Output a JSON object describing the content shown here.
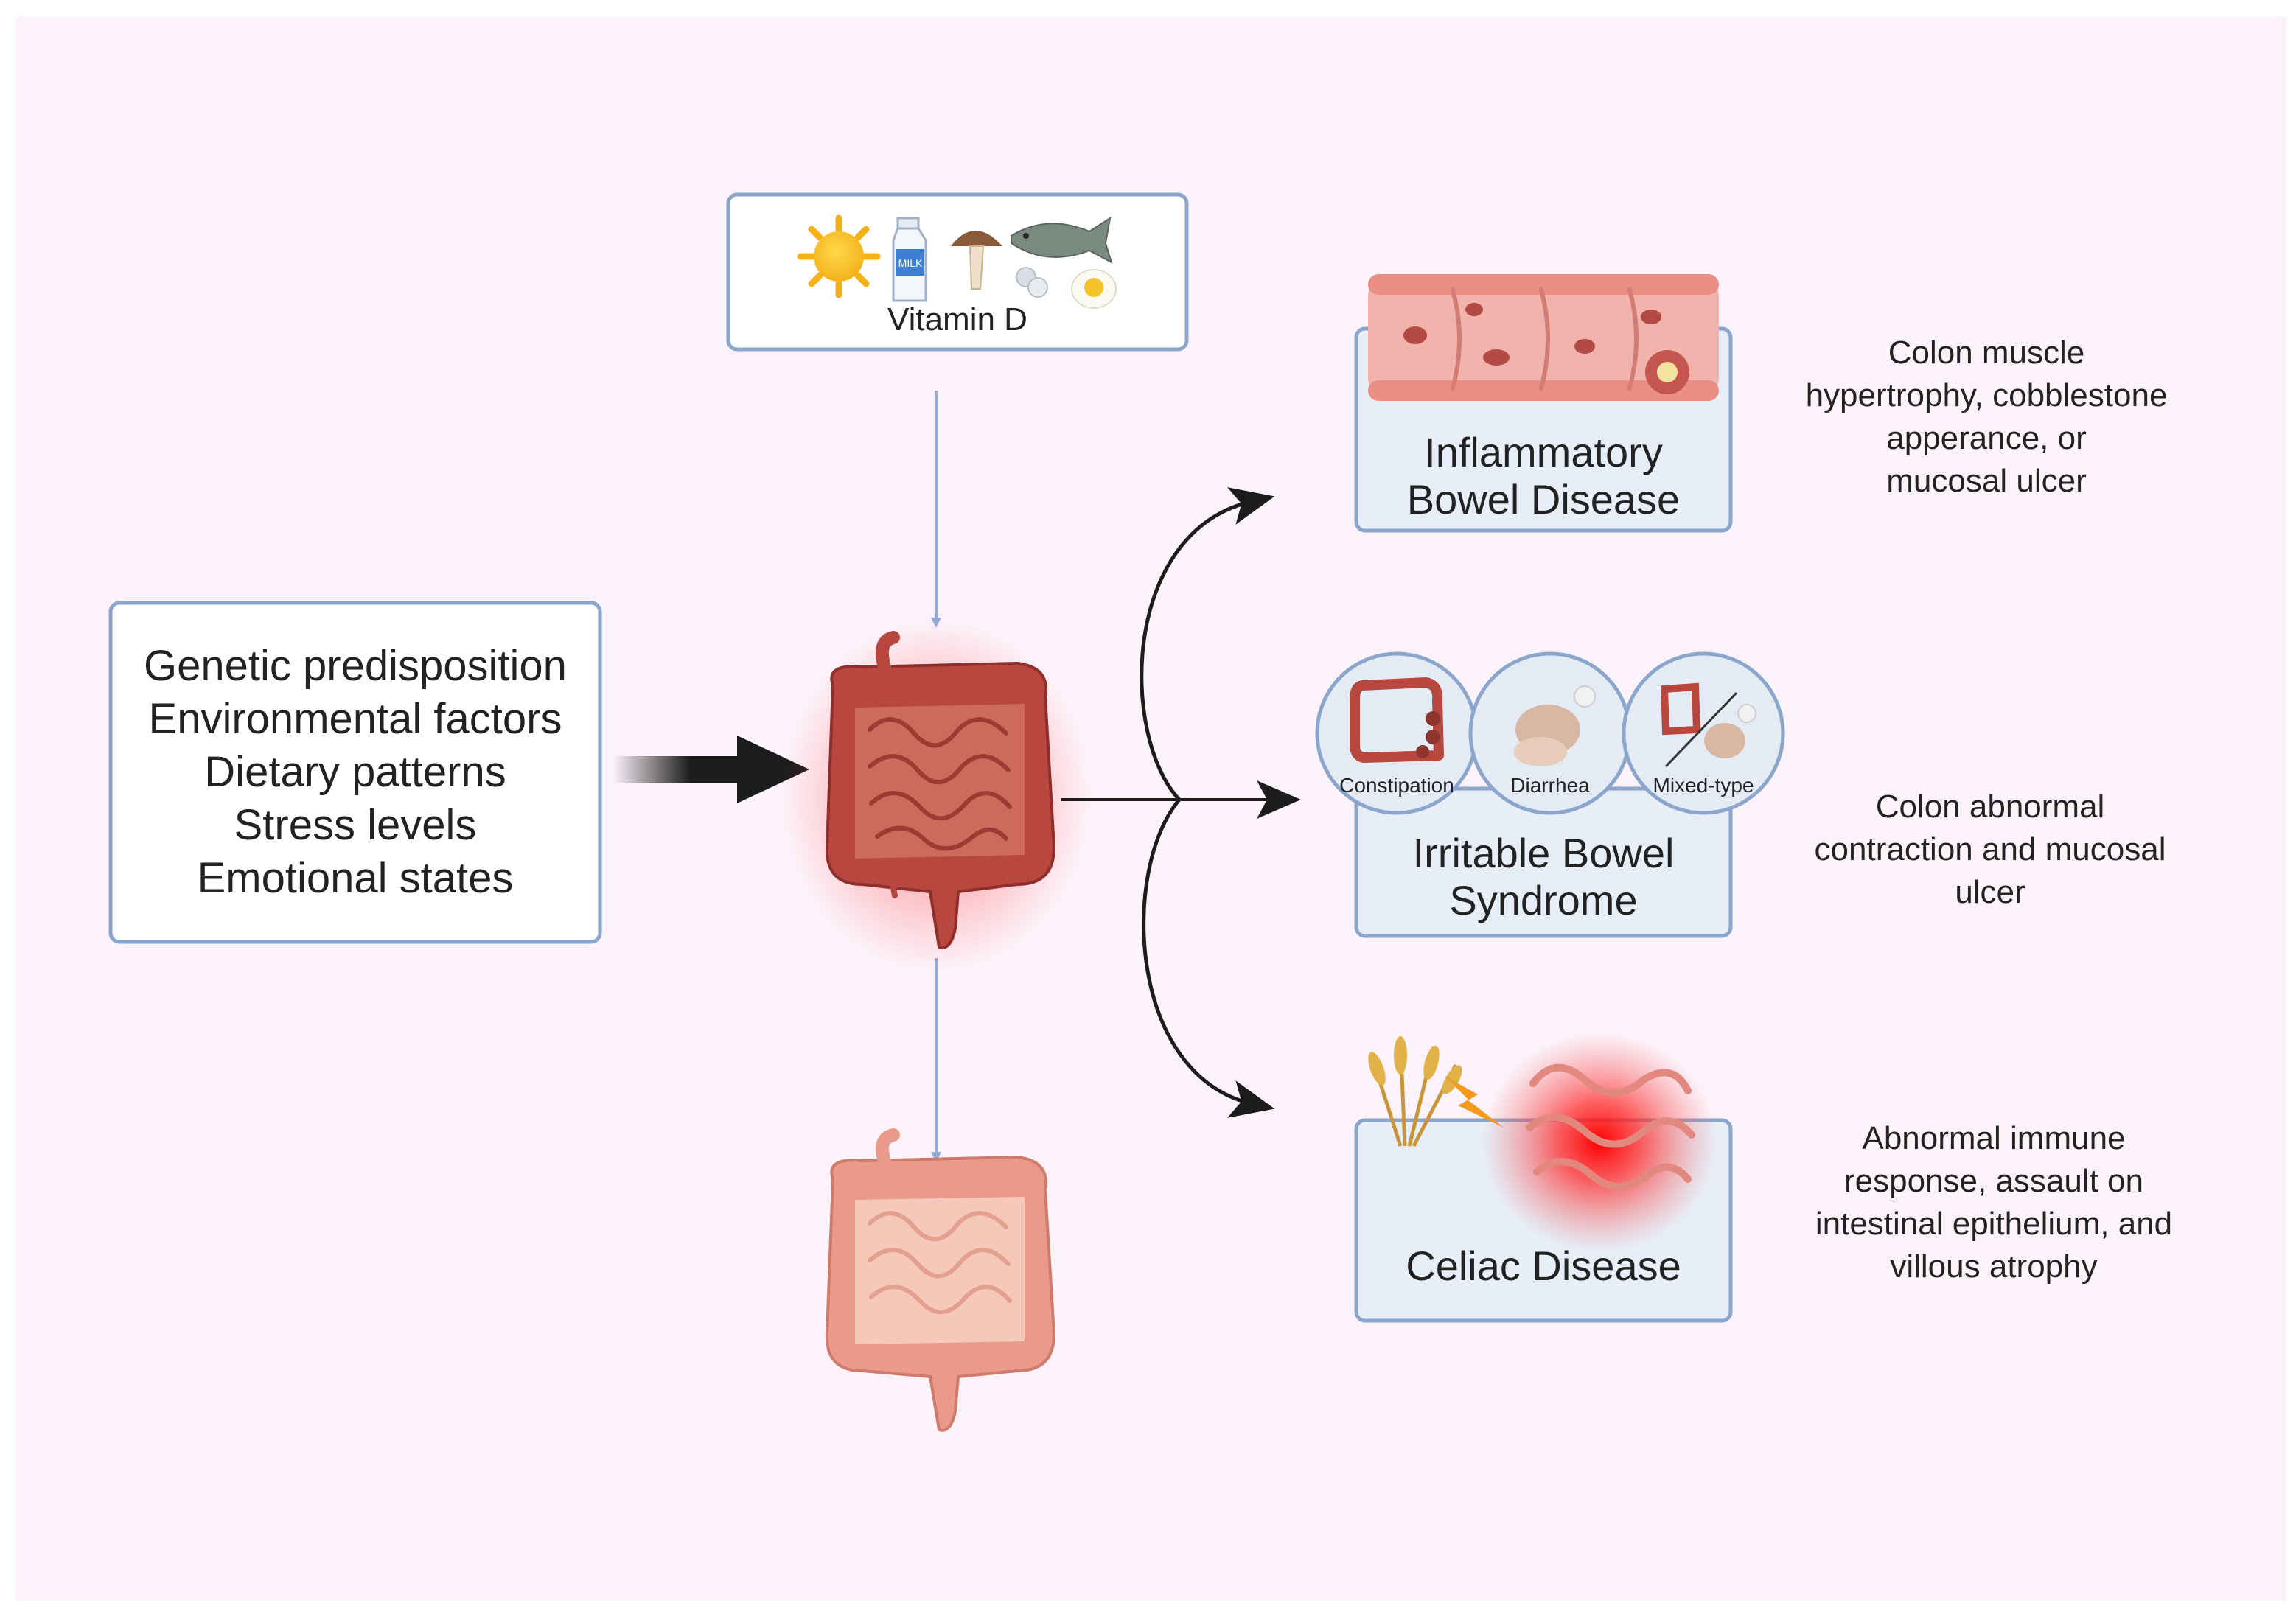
{
  "vitamin": {
    "label": "Vitamin D",
    "icons": [
      "sun-icon",
      "milk-carton-icon",
      "mushroom-icon",
      "fish-icon",
      "pills-icon",
      "egg-icon"
    ],
    "milk_text": "MILK"
  },
  "factors": [
    "Genetic predisposition",
    "Environmental factors",
    "Dietary patterns",
    "Stress levels",
    "Emotional states"
  ],
  "diseases": [
    {
      "name_lines": [
        "Inflammatory",
        "Bowel Disease"
      ],
      "description_lines": [
        "Colon muscle",
        "hypertrophy, cobblestone",
        "apperance, or",
        "mucosal ulcer"
      ]
    },
    {
      "name_lines": [
        "Irritable Bowel",
        "Syndrome"
      ],
      "subtypes": [
        "Constipation",
        "Diarrhea",
        "Mixed-type"
      ],
      "description_lines": [
        "Colon abnormal",
        "contraction and mucosal",
        "ulcer"
      ]
    },
    {
      "name_lines": [
        "Celiac Disease"
      ],
      "description_lines": [
        "Abnormal immune",
        "response, assault on",
        "intestinal epithelium, and",
        "villous atrophy"
      ]
    }
  ],
  "colors": {
    "box_border": "#8aa6cc",
    "box_fill_light": "#ffffff",
    "box_fill_disease": "#e7eef8",
    "thin_arrow": "#93acd6",
    "curved_arrow": "#1c1c1c",
    "inflamed_glow": "#ff2a2a",
    "healthy_intestine": "#eeb0a3"
  }
}
